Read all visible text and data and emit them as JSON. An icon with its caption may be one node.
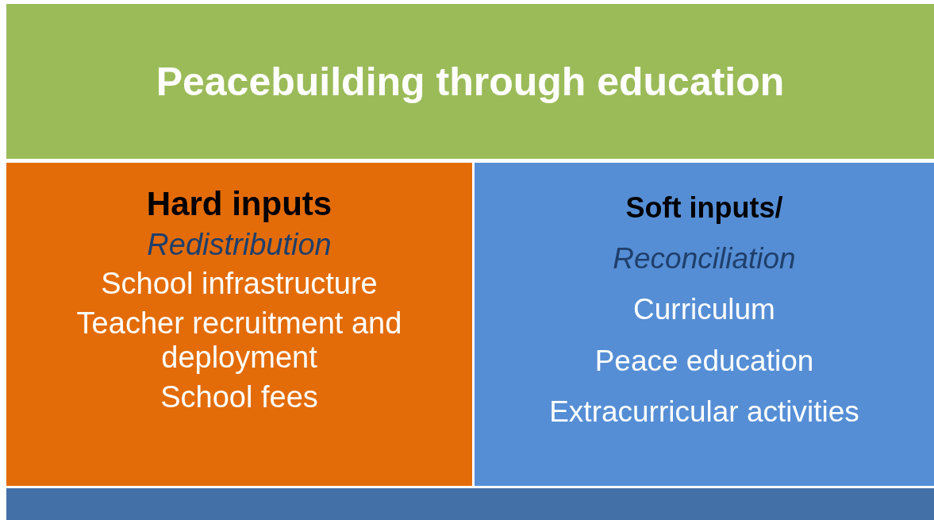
{
  "diagram": {
    "nodes": [
      {
        "text": [
          "Peacebuilding through education"
        ]
      },
      {
        "text": [
          "Hard inputs",
          "Redistribution",
          "School infrastructure",
          "Teacher recruitment and deployment",
          "School fees"
        ]
      },
      {
        "text": [
          "Soft inputs/",
          "Reconciliation",
          "Curriculum",
          "Peace education",
          "Extracurricular activities"
        ]
      },
      {
        "text": [],
        "shape": "bar"
      }
    ]
  }
}
